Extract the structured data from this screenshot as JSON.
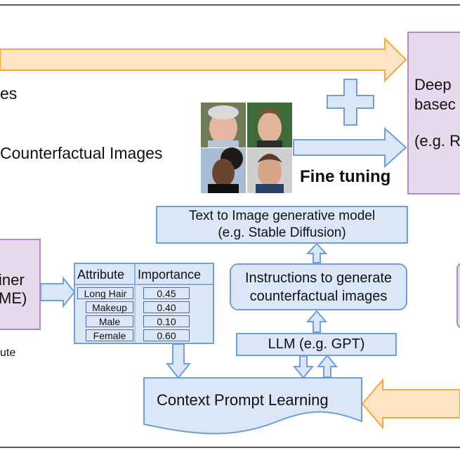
{
  "top_left_partial_text": "es",
  "counterfactual_images_label": "Counterfactual Images",
  "fine_tuning_label": "Fine tuning",
  "deep_model_box": {
    "line1": "Deep",
    "line2": "basec",
    "line3": "(e.g. R"
  },
  "explainer_box": {
    "line1": "iner",
    "line2": "ME)"
  },
  "attribute_partial_text": "ute",
  "text_to_image_box": {
    "line1": "Text to Image generative model",
    "line2": "(e.g. Stable Diffusion)"
  },
  "instructions_box": {
    "line1": "Instructions to generate",
    "line2": "counterfactual images"
  },
  "llm_box": {
    "label": "LLM (e.g. GPT)"
  },
  "context_prompt_box": {
    "label": "Context Prompt Learning"
  },
  "attribute_table": {
    "headers": [
      "Attribute",
      "Importance"
    ],
    "rows": [
      {
        "attribute": "Long Hair",
        "importance": "0.45"
      },
      {
        "attribute": "Makeup",
        "importance": "0.40"
      },
      {
        "attribute": "Male",
        "importance": "0.10"
      },
      {
        "attribute": "Female",
        "importance": "0.60"
      }
    ]
  },
  "colors": {
    "orange_arrow": "#fde4c4",
    "orange_stroke": "#f2a93b",
    "blue_fill": "#dbe7f6",
    "blue_stroke": "#6f9fd6",
    "purple_fill": "#e6d9ec",
    "purple_stroke": "#b58ac4"
  }
}
